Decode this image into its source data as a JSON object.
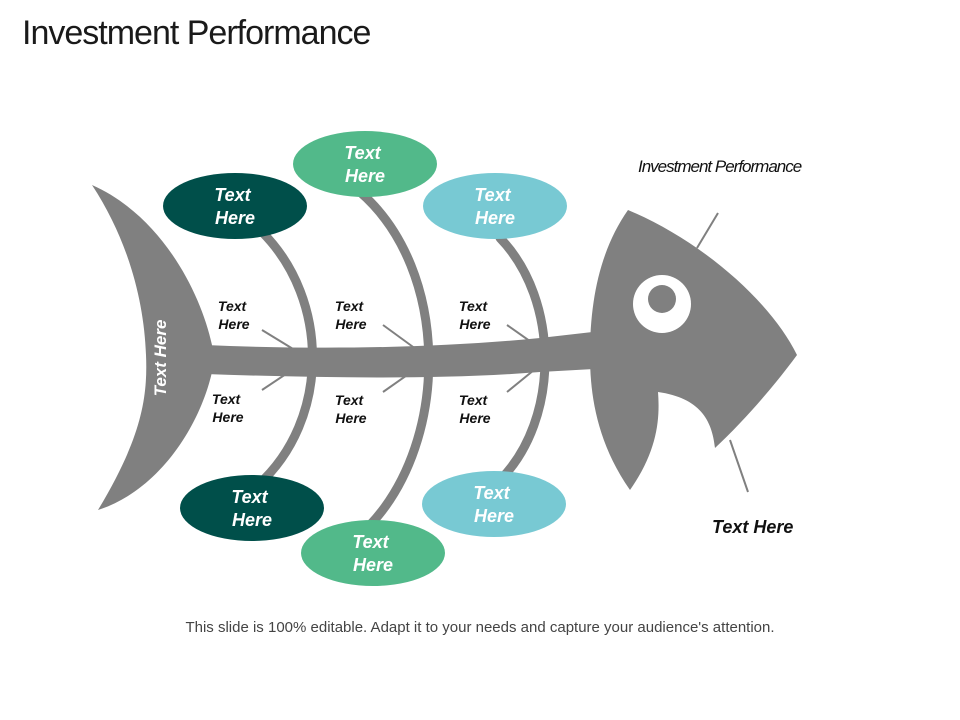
{
  "title": "Investment Performance",
  "footer": "This slide is 100% editable. Adapt it to your needs and capture your audience's attention.",
  "colors": {
    "fish": "#808080",
    "dark_teal": "#004f4a",
    "green": "#52b98a",
    "light_blue": "#78c9d3",
    "text": "#111111"
  },
  "tail_label": "Text Here",
  "head_label_top": "Investment Performance",
  "head_label_bottom": "Text Here",
  "top_ovals": [
    {
      "line1": "Text",
      "line2": "Here",
      "color": "dark_teal"
    },
    {
      "line1": "Text",
      "line2": "Here",
      "color": "green"
    },
    {
      "line1": "Text",
      "line2": "Here",
      "color": "light_blue"
    }
  ],
  "bottom_ovals": [
    {
      "line1": "Text",
      "line2": "Here",
      "color": "dark_teal"
    },
    {
      "line1": "Text",
      "line2": "Here",
      "color": "green"
    },
    {
      "line1": "Text",
      "line2": "Here",
      "color": "light_blue"
    }
  ],
  "upper_labels": [
    {
      "line1": "Text",
      "line2": "Here"
    },
    {
      "line1": "Text",
      "line2": "Here"
    },
    {
      "line1": "Text",
      "line2": "Here"
    }
  ],
  "lower_labels": [
    {
      "line1": "Text",
      "line2": "Here"
    },
    {
      "line1": "Text",
      "line2": "Here"
    },
    {
      "line1": "Text",
      "line2": "Here"
    }
  ]
}
